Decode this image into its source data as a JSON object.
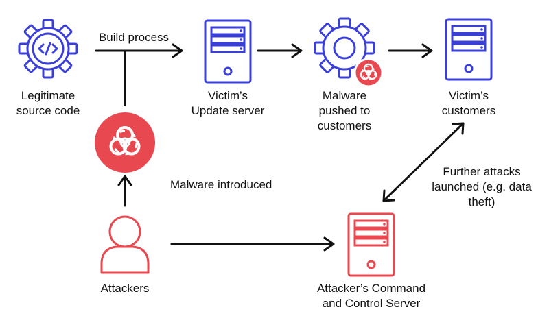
{
  "colors": {
    "blue": "#3a3fd8",
    "red": "#e8484f",
    "arrow": "#111111"
  },
  "nodes": {
    "source_code": {
      "icon": "code-gear-icon",
      "lines": [
        "Legitimate",
        "source code"
      ]
    },
    "update_server": {
      "icon": "server-icon",
      "lines": [
        "Victim’s",
        "Update server"
      ]
    },
    "malware_pushed": {
      "icon": "gear-biohazard-icon",
      "lines": [
        "Malware",
        "pushed to",
        "customers"
      ]
    },
    "customers": {
      "icon": "server-icon",
      "lines": [
        "Victim’s",
        "customers"
      ]
    },
    "attackers": {
      "icon": "user-icon",
      "lines": [
        "Attackers"
      ]
    },
    "c2_server": {
      "icon": "server-icon",
      "lines": [
        "Attacker’s Command",
        "and Control Server"
      ]
    },
    "biohazard": {
      "icon": "biohazard-icon"
    }
  },
  "edges": {
    "build_process": "Build process",
    "malware_introduced": "Malware introduced",
    "further_attacks": [
      "Further attacks",
      "launched (e.g. data",
      "theft)"
    ]
  }
}
